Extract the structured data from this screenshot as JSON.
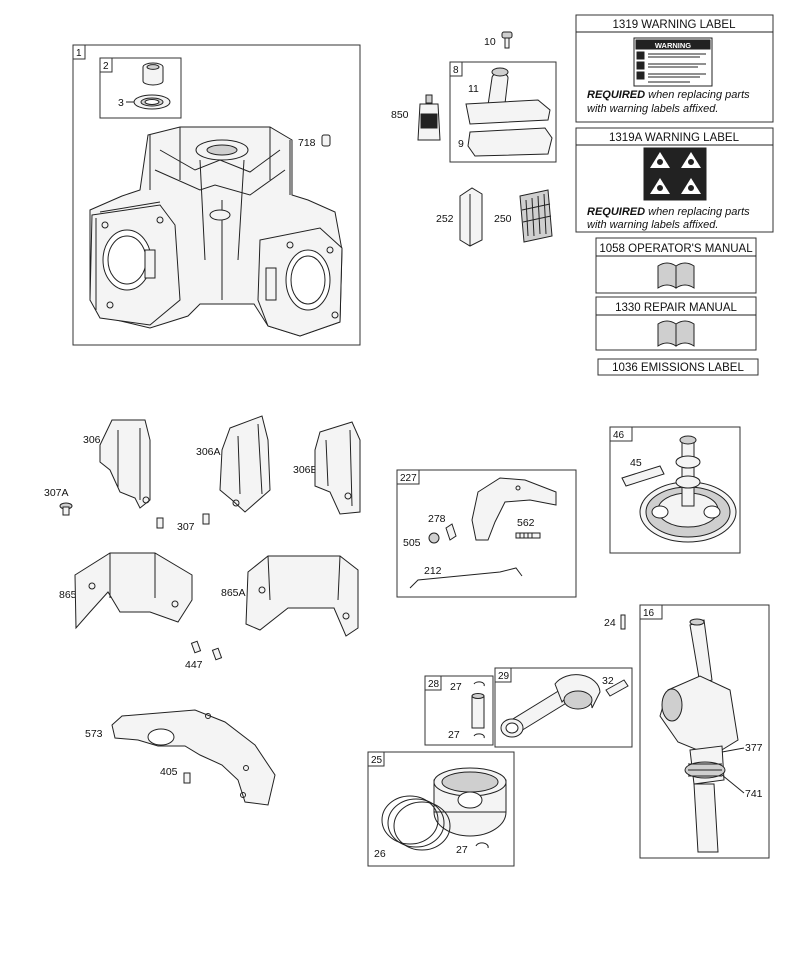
{
  "groups": {
    "g1": "1",
    "g2": "2",
    "g8": "8",
    "g227": "227",
    "g46": "46",
    "g28": "28",
    "g29": "29",
    "g16": "16",
    "g25": "25"
  },
  "parts": {
    "p3": "3",
    "p718": "718",
    "p10": "10",
    "p850": "850",
    "p11": "11",
    "p9": "9",
    "p252": "252",
    "p250": "250",
    "p306": "306",
    "p306A": "306A",
    "p306B": "306B",
    "p307A": "307A",
    "p307": "307",
    "p865": "865",
    "p865A": "865A",
    "p447": "447",
    "p573": "573",
    "p405": "405",
    "p278": "278",
    "p505": "505",
    "p562": "562",
    "p212": "212",
    "p45": "45",
    "p24": "24",
    "p27a": "27",
    "p27b": "27",
    "p32": "32",
    "p377": "377",
    "p741": "741",
    "p26": "26",
    "p27c": "27"
  },
  "labels": {
    "l1319": "1319 WARNING LABEL",
    "l1319A": "1319A WARNING LABEL",
    "l1058": "1058 OPERATOR'S MANUAL",
    "l1330": "1330 REPAIR MANUAL",
    "l1036": "1036 EMISSIONS LABEL",
    "warning_word": "WARNING",
    "required": "REQUIRED",
    "when_line1": " when replacing parts",
    "when_line2": "with warning labels affixed."
  }
}
